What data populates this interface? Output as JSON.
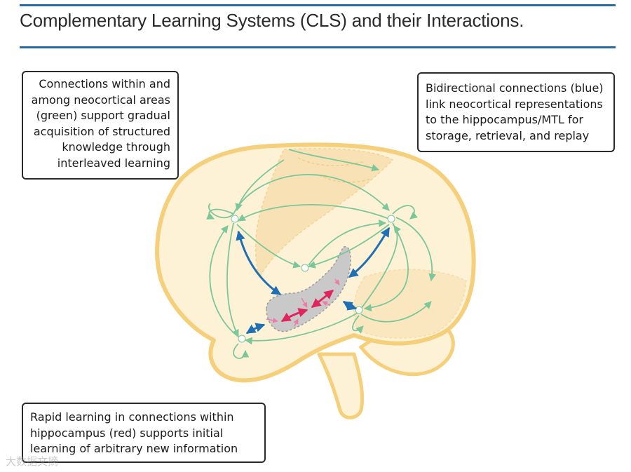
{
  "header": {
    "title": "Complementary Learning Systems (CLS) and their Interactions."
  },
  "callouts": {
    "neocortex": {
      "lines": [
        "Connections within and",
        "among neocortical areas",
        "(green) support gradual",
        "acquisition of structured",
        "knowledge through",
        "interleaved learning"
      ]
    },
    "bidirectional": {
      "lines": [
        "Bidirectional connections (blue)",
        "link neocortical representations",
        "to the hippocampus/MTL for",
        "storage, retrieval, and replay"
      ]
    },
    "hippocampus": {
      "lines": [
        "Rapid learning in connections within",
        "hippocampus (red) supports initial",
        "learning of arbitrary new information"
      ]
    }
  },
  "watermark": "大数据文摘",
  "colors": {
    "rule": "#2b6aa0",
    "brain_fill": "#fdf1d6",
    "brain_outline": "#f5cf7a",
    "lobe_fill": "#f8dfae",
    "neocortical": "#7cc79a",
    "bidirectional": "#1f6fb5",
    "hippocampal": "#e0245e",
    "hippocampus_fill": "#c9c9c9"
  }
}
